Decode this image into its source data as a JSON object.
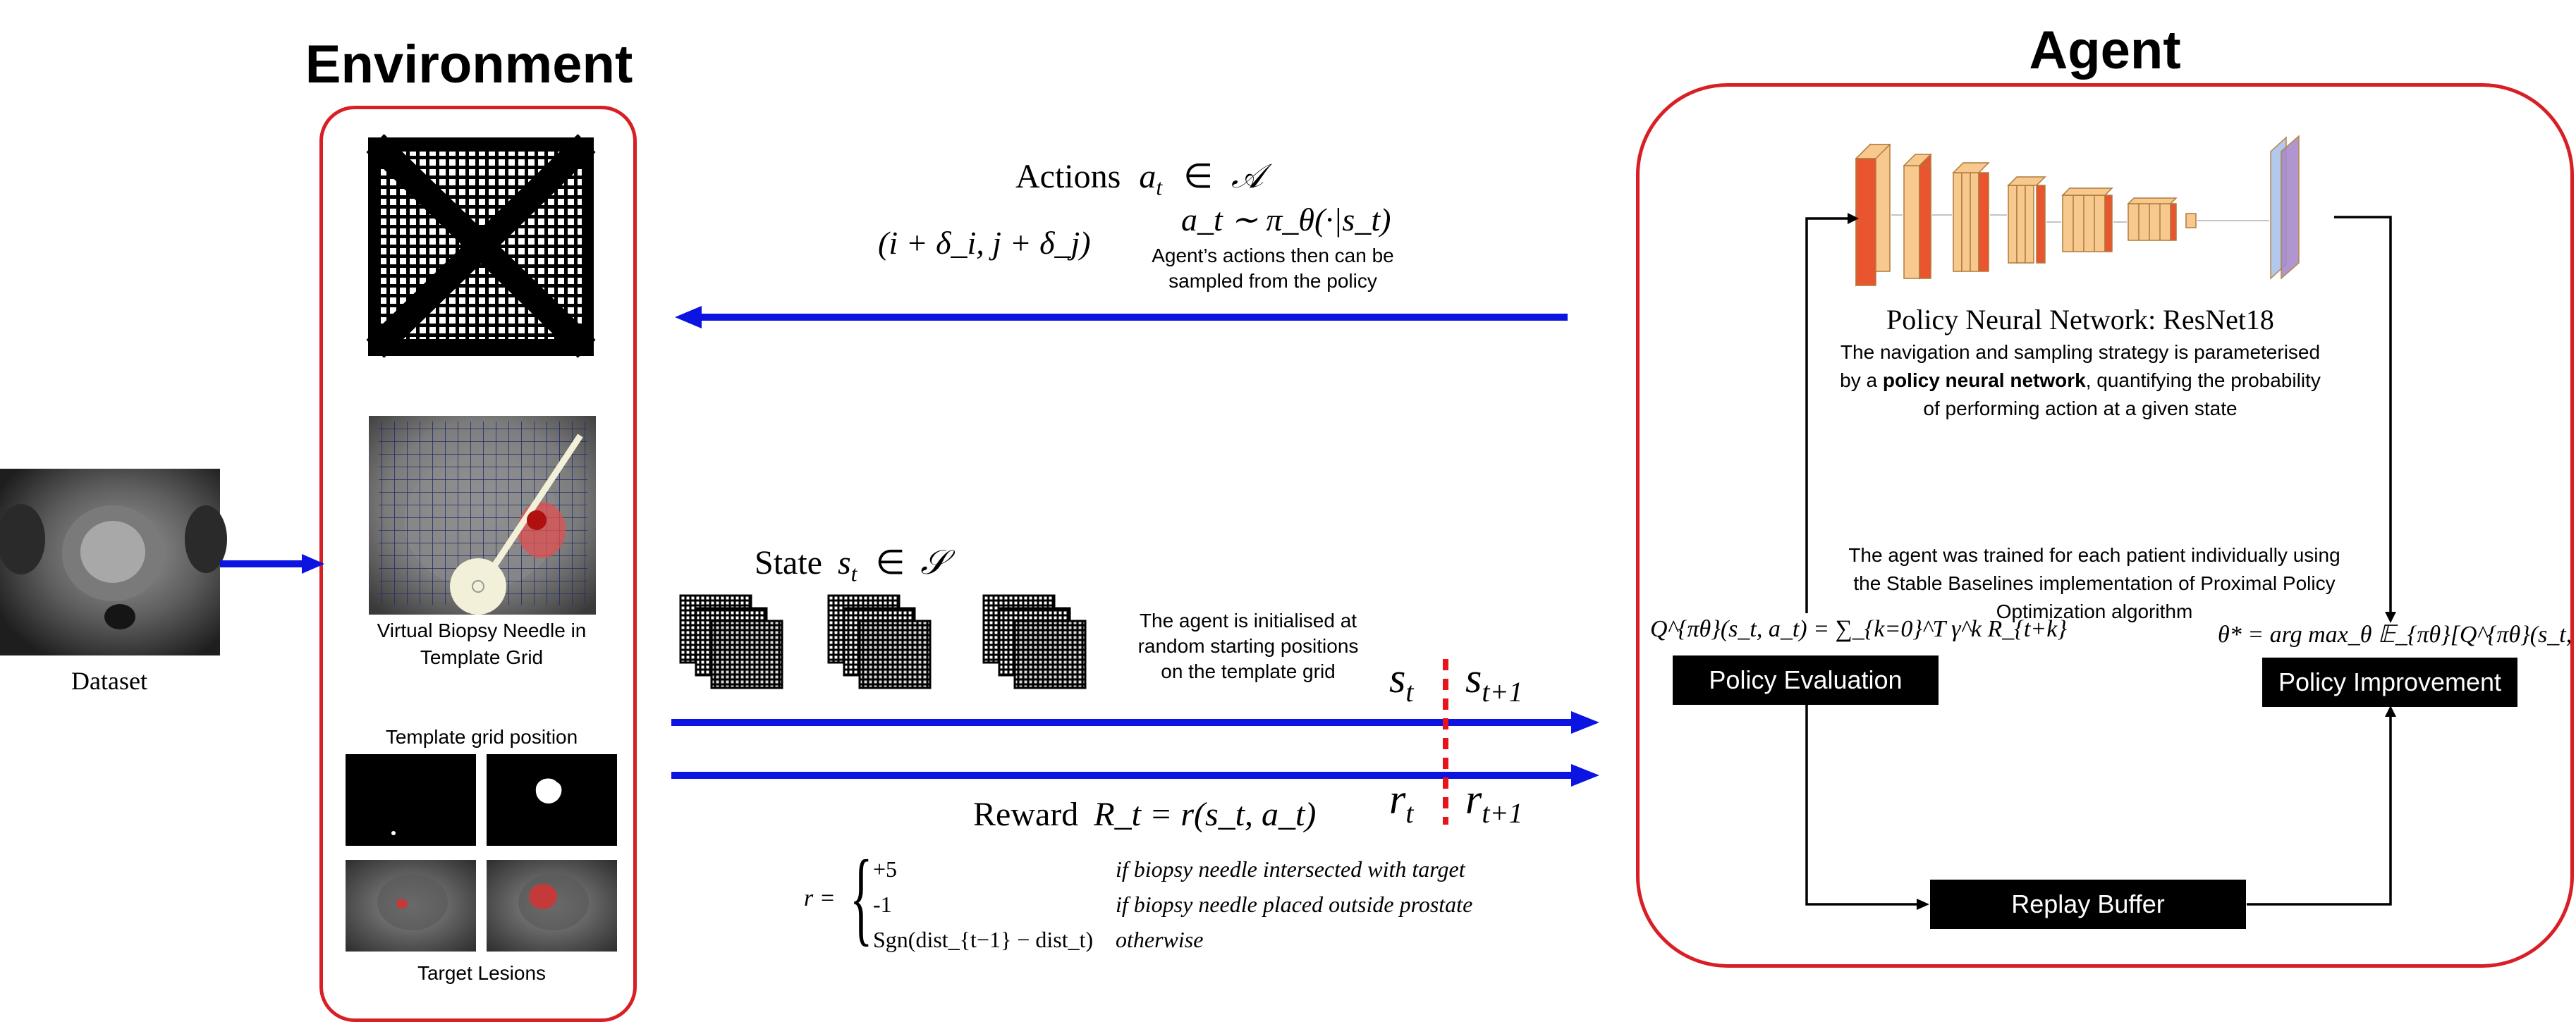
{
  "environment": {
    "title": "Environment",
    "needle_caption": "Virtual Biopsy Needle in\nTemplate Grid",
    "grid_position_label": "Template grid position",
    "lesions_label": "Target Lesions"
  },
  "dataset": {
    "label": "Dataset"
  },
  "actions": {
    "title": "Actions",
    "symbol": "a",
    "subscript": "t",
    "set_symbol": "𝒜",
    "move_formula": "(i + δ_i, j + δ_j)",
    "policy_formula": "a_t ∼ π_θ(·|s_t)",
    "note": "Agent’s actions then can be\nsampled from the policy"
  },
  "state": {
    "title": "State",
    "symbol": "s",
    "subscript": "t",
    "set_symbol": "𝒮",
    "note": "The agent is initialised at\nrandom starting positions\non the template grid",
    "st": "s",
    "st_sub": "t",
    "st1": "s",
    "st1_sub": "t+1"
  },
  "reward": {
    "title": "Reward",
    "formula": "R_t = r(s_t, a_t)",
    "rt": "r",
    "rt_sub": "t",
    "rt1": "r",
    "rt1_sub": "t+1",
    "r_label": "r =",
    "cases": [
      {
        "value": "+5",
        "condition": "if biopsy needle intersected with target"
      },
      {
        "value": "-1",
        "condition": "if biopsy needle placed outside prostate"
      },
      {
        "value": "Sgn(dist_{t−1} − dist_t)",
        "condition": "otherwise"
      }
    ]
  },
  "agent": {
    "title": "Agent",
    "network_title": "Policy Neural Network: ResNet18",
    "network_desc_1": "The navigation and sampling strategy is parameterised",
    "network_desc_2_pre": "by a ",
    "network_desc_2_bold": "policy neural network",
    "network_desc_2_post": ", quantifying the probability",
    "network_desc_3": "of performing action at a given state",
    "training_note": "The agent was trained for each patient individually using\nthe Stable Baselines implementation of Proximal Policy\nOptimization algorithm",
    "q_formula": "Q^{πθ}(s_t, a_t) = ∑_{k=0}^T γ^k R_{t+k}",
    "theta_formula": "θ* = arg max_θ 𝔼_{πθ}[Q^{πθ}(s_t, a_t)]",
    "policy_evaluation": "Policy Evaluation",
    "policy_improvement": "Policy Improvement",
    "replay_buffer": "Replay Buffer"
  },
  "colors": {
    "arrow_blue": "#0b14e0",
    "frame_red": "#d81f26",
    "dash_red": "#e8141c",
    "layer_orange": "#e8552f",
    "layer_peach": "#f7c98e",
    "layer_blue": "#a9c4ea",
    "layer_purple": "#a78bc9"
  }
}
